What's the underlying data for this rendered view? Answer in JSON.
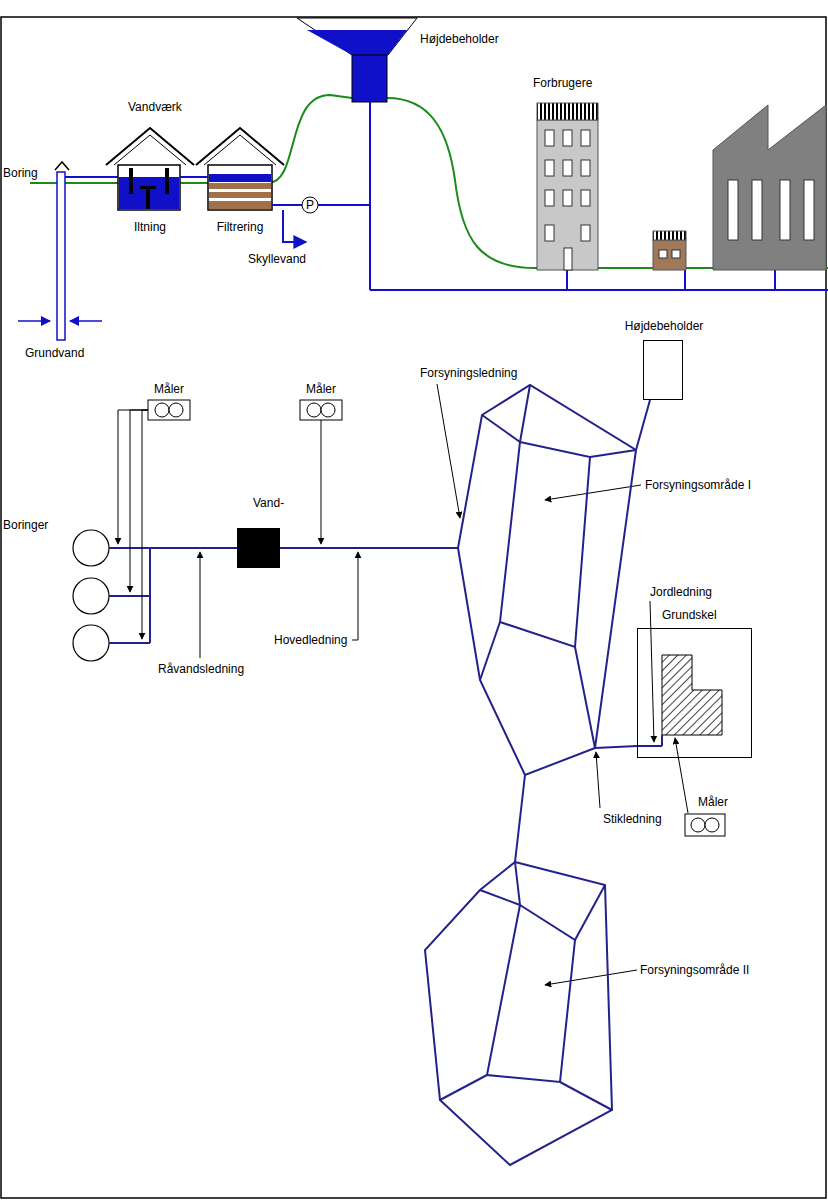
{
  "diagram": {
    "nodes": [
      {
        "text": [
          "Vand-"
        ]
      },
      {
        "text": [
          "Højdebeholder"
        ]
      },
      {
        "text": [
          "Forsyningsområde I"
        ]
      },
      {
        "text": [
          "Grundskel"
        ]
      },
      {
        "text": [
          "Forsyningsområde II"
        ]
      }
    ],
    "edges": [
      {
        "from": 0,
        "to": 2,
        "arrow": "none"
      },
      {
        "from": 2,
        "to": 1,
        "arrow": "none"
      },
      {
        "from": 2,
        "to": 3,
        "arrow": "none"
      },
      {
        "from": 2,
        "to": 4,
        "arrow": "none"
      }
    ],
    "labels": [
      "Boring",
      "Vandværk",
      "Højdebeholder",
      "Forbrugere",
      "Iltning",
      "Filtrering",
      "P",
      "Skyllevand",
      "Grundvand",
      "Måler",
      "Boringer",
      "Måler",
      "Forsyningsledning",
      "Jordledning",
      "Råvandsledning",
      "Hovedledning",
      "Stikledning",
      "Måler"
    ]
  }
}
